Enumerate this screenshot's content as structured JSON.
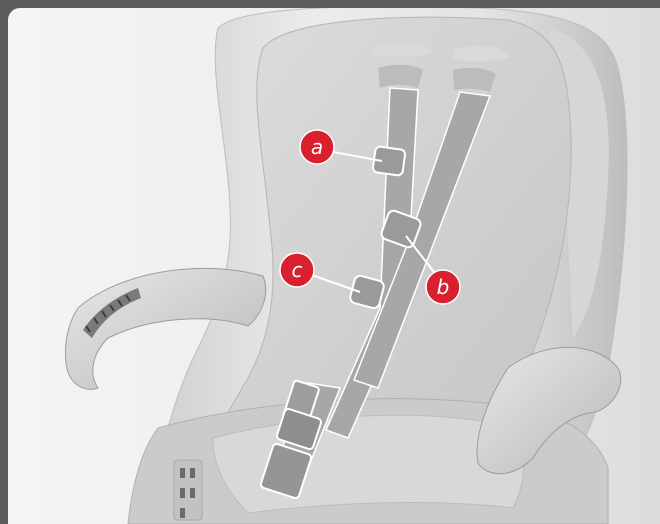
{
  "illustration": {
    "subject": "child-seat-harness",
    "callouts": [
      {
        "id": "a",
        "label": "a"
      },
      {
        "id": "b",
        "label": "b"
      },
      {
        "id": "c",
        "label": "c"
      }
    ]
  },
  "colors": {
    "frame": "#5b5b5b",
    "callout": "#d8202e",
    "shell": "#e2e2e2",
    "pad": "#d2d2d2",
    "strap": "#a6a6a6"
  }
}
